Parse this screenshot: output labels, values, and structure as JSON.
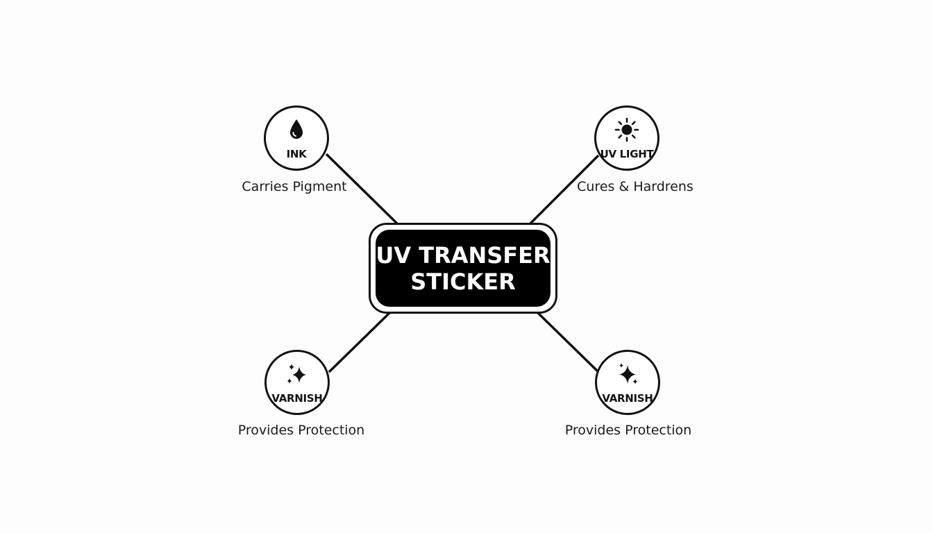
{
  "center": {
    "line1": "UV TRANSFER",
    "line2": "STICKER"
  },
  "nodes": {
    "ink": {
      "label": "INK",
      "caption": "Carries Pigment",
      "icon": "ink-drop-icon"
    },
    "uv_light": {
      "label": "UV LIGHT",
      "caption": "Cures & Hardrens",
      "icon": "sun-icon"
    },
    "varnish_left": {
      "label": "VARNISH",
      "caption": "Provides Protection",
      "icon": "sparkle-icon"
    },
    "varnish_right": {
      "label": "VARNISH",
      "caption": "Provides Protection",
      "icon": "sparkle-icon"
    }
  },
  "colors": {
    "ink": "#111111",
    "background": "#fdfdfd",
    "center_fill": "#000000",
    "center_text": "#ffffff"
  }
}
